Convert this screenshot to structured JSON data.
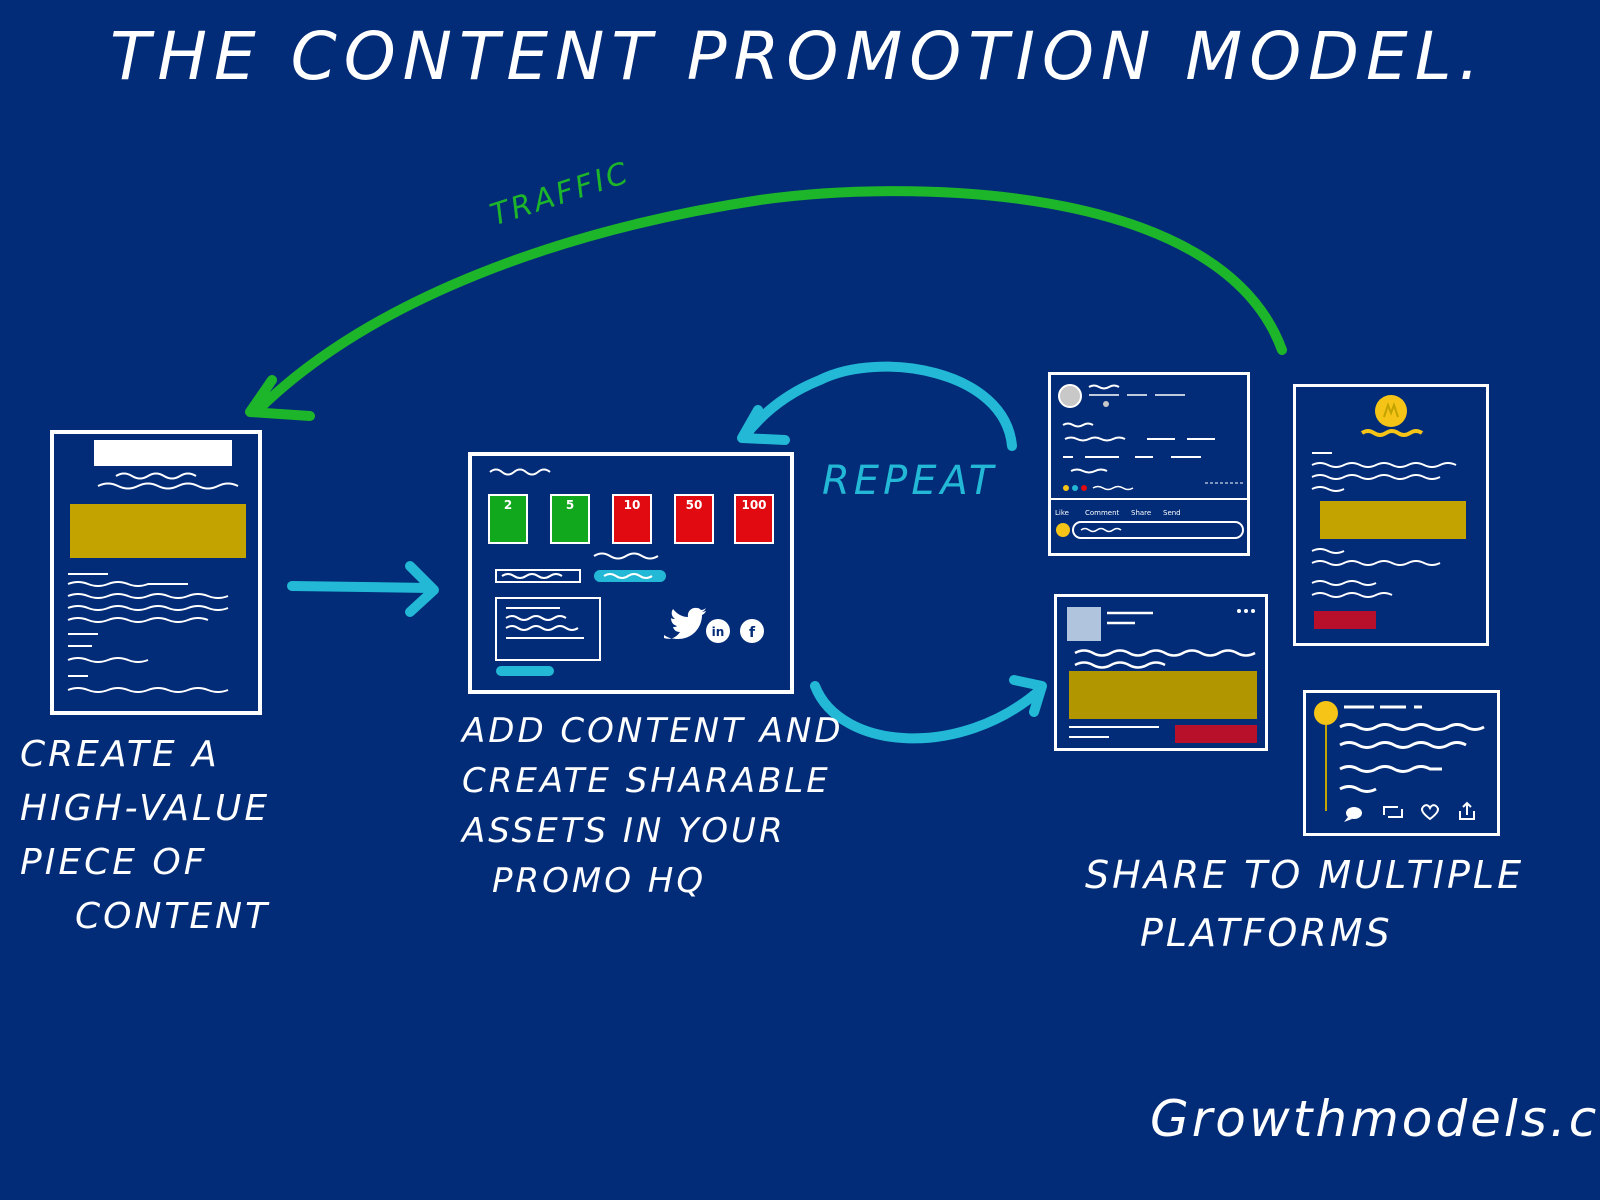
{
  "title": "The Content Promotion Model.",
  "labels": {
    "create": [
      "Create a",
      "High-value",
      "piece of",
      "content"
    ],
    "promo": [
      "Add content and",
      "create sharable",
      "assets in your",
      "Promo HQ"
    ],
    "share": [
      "Share to multiple",
      "platforms"
    ],
    "traffic": "Traffic",
    "repeat": "Repeat"
  },
  "scores": [
    "2",
    "5",
    "10",
    "50",
    "100"
  ],
  "social_icons": [
    "twitter-icon",
    "linkedin-icon",
    "facebook-icon"
  ],
  "social_glyphs": {
    "linkedin": "in",
    "facebook": "f"
  },
  "fb_actions": [
    "Like",
    "Comment",
    "Share",
    "Send"
  ],
  "watermark": "Growthmodels.co",
  "colors": {
    "background": "#022b78",
    "traffic_arrow": "#1db52a",
    "repeat_arrow": "#22b8d6",
    "gold": "#c3a300",
    "green": "#11a81e",
    "red": "#e10a10"
  }
}
